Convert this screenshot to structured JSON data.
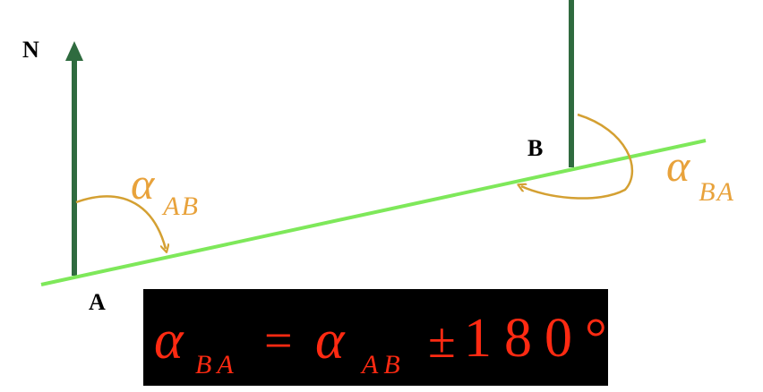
{
  "diagram": {
    "north_label": "N",
    "point_a_label": "A",
    "point_b_label": "B",
    "angle_ab": {
      "symbol": "α",
      "subscript": "AB"
    },
    "angle_ba": {
      "symbol": "α",
      "subscript": "BA"
    },
    "colors": {
      "meridian": "#2f6b3f",
      "line_ab": "#7ee85a",
      "angle_arc": "#d4a032",
      "angle_text": "#e8a23b",
      "formula_text": "#ff2a12",
      "formula_bg": "#000000"
    }
  },
  "formula": {
    "lhs_symbol": "α",
    "lhs_subscript": "BA",
    "equals": "=",
    "rhs_symbol": "α",
    "rhs_subscript": "AB",
    "plus_minus": "±",
    "value": "180°"
  }
}
